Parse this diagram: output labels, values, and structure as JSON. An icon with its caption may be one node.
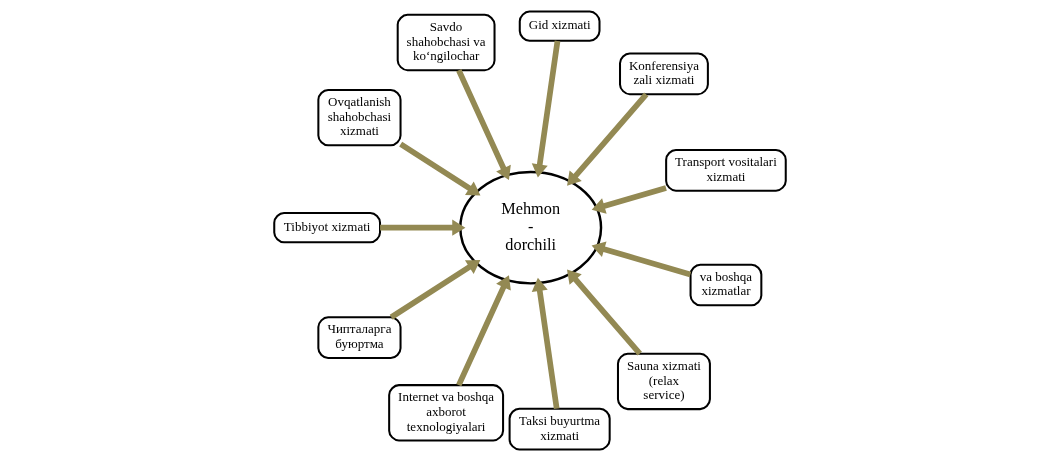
{
  "diagram": {
    "nodes": [
      {
        "text": [
          "Transport vositalari xizmati"
        ]
      },
      {
        "text": [
          "Konferensiya zali xizmati"
        ]
      },
      {
        "text": [
          "Gid xizmati"
        ]
      },
      {
        "text": [
          "Savdo shahobchasi va ko‘ngilochar"
        ]
      },
      {
        "text": [
          "Ovqatlanish shahobchasi xizmati"
        ]
      },
      {
        "text": [
          "Mehmon - dorchili"
        ]
      },
      {
        "text": [
          "Tibbiyot xizmati"
        ]
      },
      {
        "text": [
          "Чипталарга буюртма"
        ]
      },
      {
        "text": [
          "Internet va boshqa axborot texnologiyalari"
        ]
      },
      {
        "text": [
          "Taksi buyurtma xizmati"
        ]
      },
      {
        "text": [
          "Sauna xizmati (relax service)"
        ]
      },
      {
        "text": [
          "va boshqa xizmatlar"
        ]
      }
    ],
    "edges": [
      {
        "from": 0,
        "to": 5,
        "arrow": "to"
      },
      {
        "from": 1,
        "to": 5,
        "arrow": "to"
      },
      {
        "from": 2,
        "to": 5,
        "arrow": "to"
      },
      {
        "from": 3,
        "to": 5,
        "arrow": "to"
      },
      {
        "from": 6,
        "to": 5,
        "arrow": "to"
      },
      {
        "from": 8,
        "to": 5,
        "arrow": "to"
      },
      {
        "from": 11,
        "to": 5,
        "arrow": "to"
      },
      {
        "from": 10,
        "to": 5,
        "arrow": "to"
      },
      {
        "from": 9,
        "to": 5,
        "arrow": "to"
      },
      {
        "from": 7,
        "to": 5,
        "arrow": "to"
      },
      {
        "from": 4,
        "to": 5,
        "arrow": "to"
      }
    ]
  }
}
